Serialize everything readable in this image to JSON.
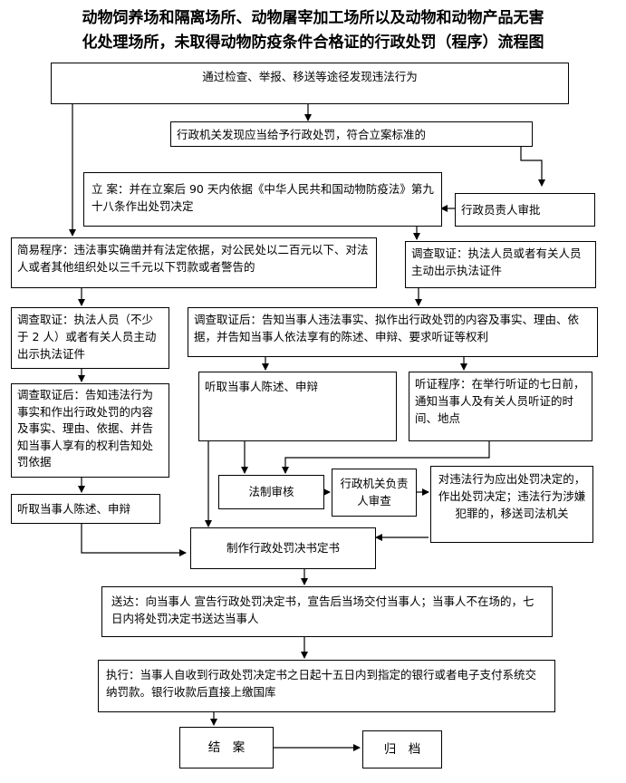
{
  "title": {
    "line1": "动物饲养场和隔离场所、动物屠宰加工场所以及动物和动物产品无害",
    "line2": "化处理场所，未取得动物防疫条件合格证的行政处罚（程序）流程图"
  },
  "nodes": {
    "discover": "通过检查、举报、移送等途径发现违法行为",
    "agency_find": "行政机关发现应当给予行政处罚，符合立案标准的",
    "file_case": "立 案：并在立案后 90 天内依据《中华人民共和国动物防疫法》第九十八条作出处罚决定",
    "admin_approve": "行政员责人审批",
    "simple_procedure": "简易程序：违法事实确凿并有法定依据，对公民处以二百元以下、对法人或者其他组织处以三千元以下罚款或者警告的",
    "investigate_right": "调查取证：执法人员或者有关人员主动出示执法证件",
    "investigate_left": "调查取证：执法人员（不少于 2 人）或者有关人员主动出示执法证件",
    "after_investigate_mid": "调查取证后：告知当事人违法事实、拟作出行政处罚的内容及事实、理由、依据，并告知当事人依法享有的陈述、申辩、要求听证等权利",
    "after_investigate_left": "调查取证后：告知违法行为事实和作出行政处罚的内容及事实、理由、依据、并告知当事人享有的权利告知处罚依据",
    "hear_statement_mid": "听取当事人陈述、申辩",
    "hearing_procedure": "听证程序：在举行听证的七日前，通知当事人及有关人员听证的时间、地点",
    "hear_statement_left": "听取当事人陈述、申辩",
    "legal_review": "法制审核",
    "agency_review": "行政机关负责人审查",
    "decision": "对违法行为应出处罚决定的，作出处罚决定；违法行为涉嫌犯罪的，移送司法机关",
    "make_decision": "制作行政处罚决书定书",
    "deliver": "送达：向当事人 宣告行政处罚决定书，宣告后当场交付当事人；当事人不在场的，七日内将处罚决定书送达当事人",
    "execute": "执行：当事人自收到行政处罚决定书之日起十五日内到指定的银行或者电子支付系统交纳罚款。银行收款后直接上缴国库",
    "close_case": "结　案",
    "archive": "归　档"
  }
}
